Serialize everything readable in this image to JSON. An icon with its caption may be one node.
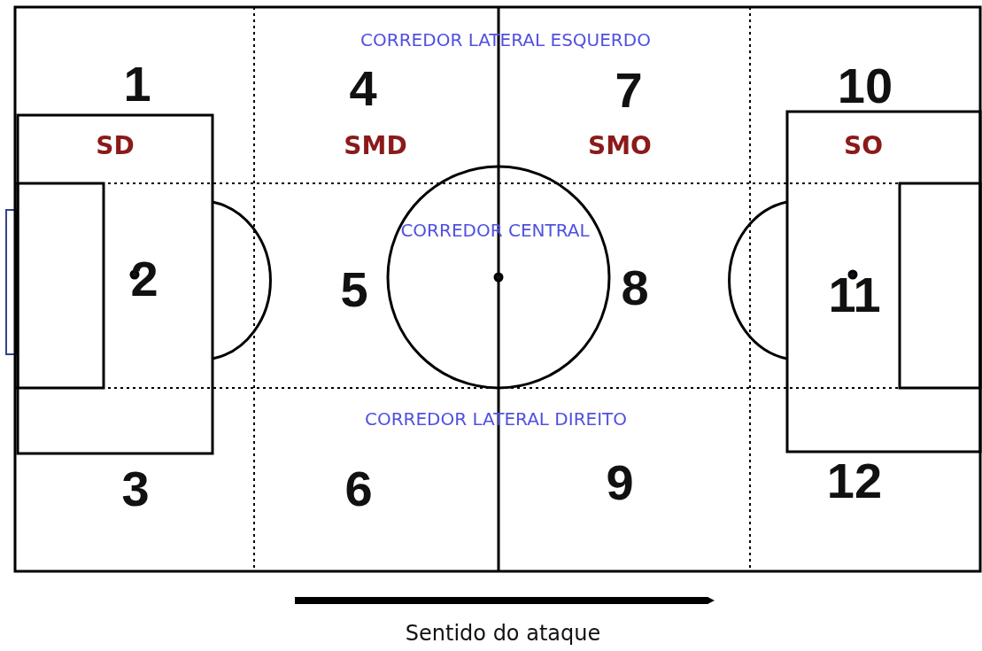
{
  "diagram": {
    "labels": [
      "CORREDOR LATERAL ESQUERDO",
      "1",
      "4",
      "7",
      "10",
      "SD",
      "SMD",
      "SMO",
      "SO",
      "CORREDOR CENTRAL",
      "2",
      "5",
      "8",
      "11",
      "CORREDOR LATERAL DIREITO",
      "3",
      "6",
      "9",
      "12",
      "Sentido do ataque"
    ]
  }
}
